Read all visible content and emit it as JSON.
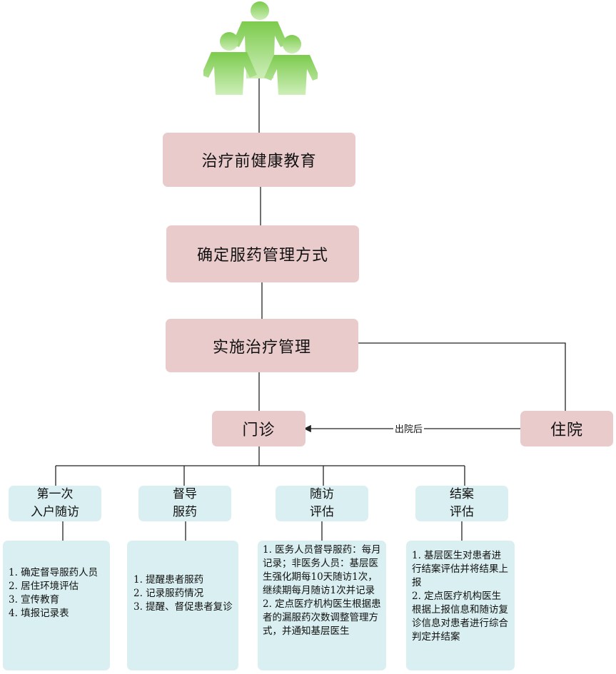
{
  "nodes": {
    "pre_education": "治疗前健康教育",
    "medication_mode": "确定服药管理方式",
    "treatment_mgmt": "实施治疗管理",
    "outpatient": "门诊",
    "inpatient": "住院"
  },
  "edge_label": "出院后",
  "stages": [
    {
      "title_lines": [
        "第一次",
        "入户随访"
      ],
      "items": [
        "1. 确定督导服药人员",
        "2. 居住环境评估",
        "3. 宣传教育",
        "4. 填报记录表"
      ]
    },
    {
      "title_lines": [
        "督导",
        "服药"
      ],
      "items": [
        "1. 提醒患者服药",
        "2. 记录服药情况",
        "3. 提醒、督促患者复诊"
      ]
    },
    {
      "title_lines": [
        "随访",
        "评估"
      ],
      "items": [
        "1. 医务人员督导服药：每月记录；非医务人员：基层医生强化期每10天随访1次，继续期每月随访1次并记录",
        "2. 定点医疗机构医生根据患者的漏服药次数调整管理方式，并通知基层医生"
      ]
    },
    {
      "title_lines": [
        "结案",
        "评估"
      ],
      "items": [
        "1. 基层医生对患者进行结案评估并将结果上报",
        "2. 定点医疗机构医生根据上报信息和随访复诊信息对患者进行综合判定并结案"
      ]
    }
  ],
  "colors": {
    "pink_box": "#eacbcb",
    "cyan_box": "#d9eff1",
    "people_icon": "#8fd46a",
    "connector": "#222222"
  },
  "icons": {
    "top": "people-group-icon"
  }
}
